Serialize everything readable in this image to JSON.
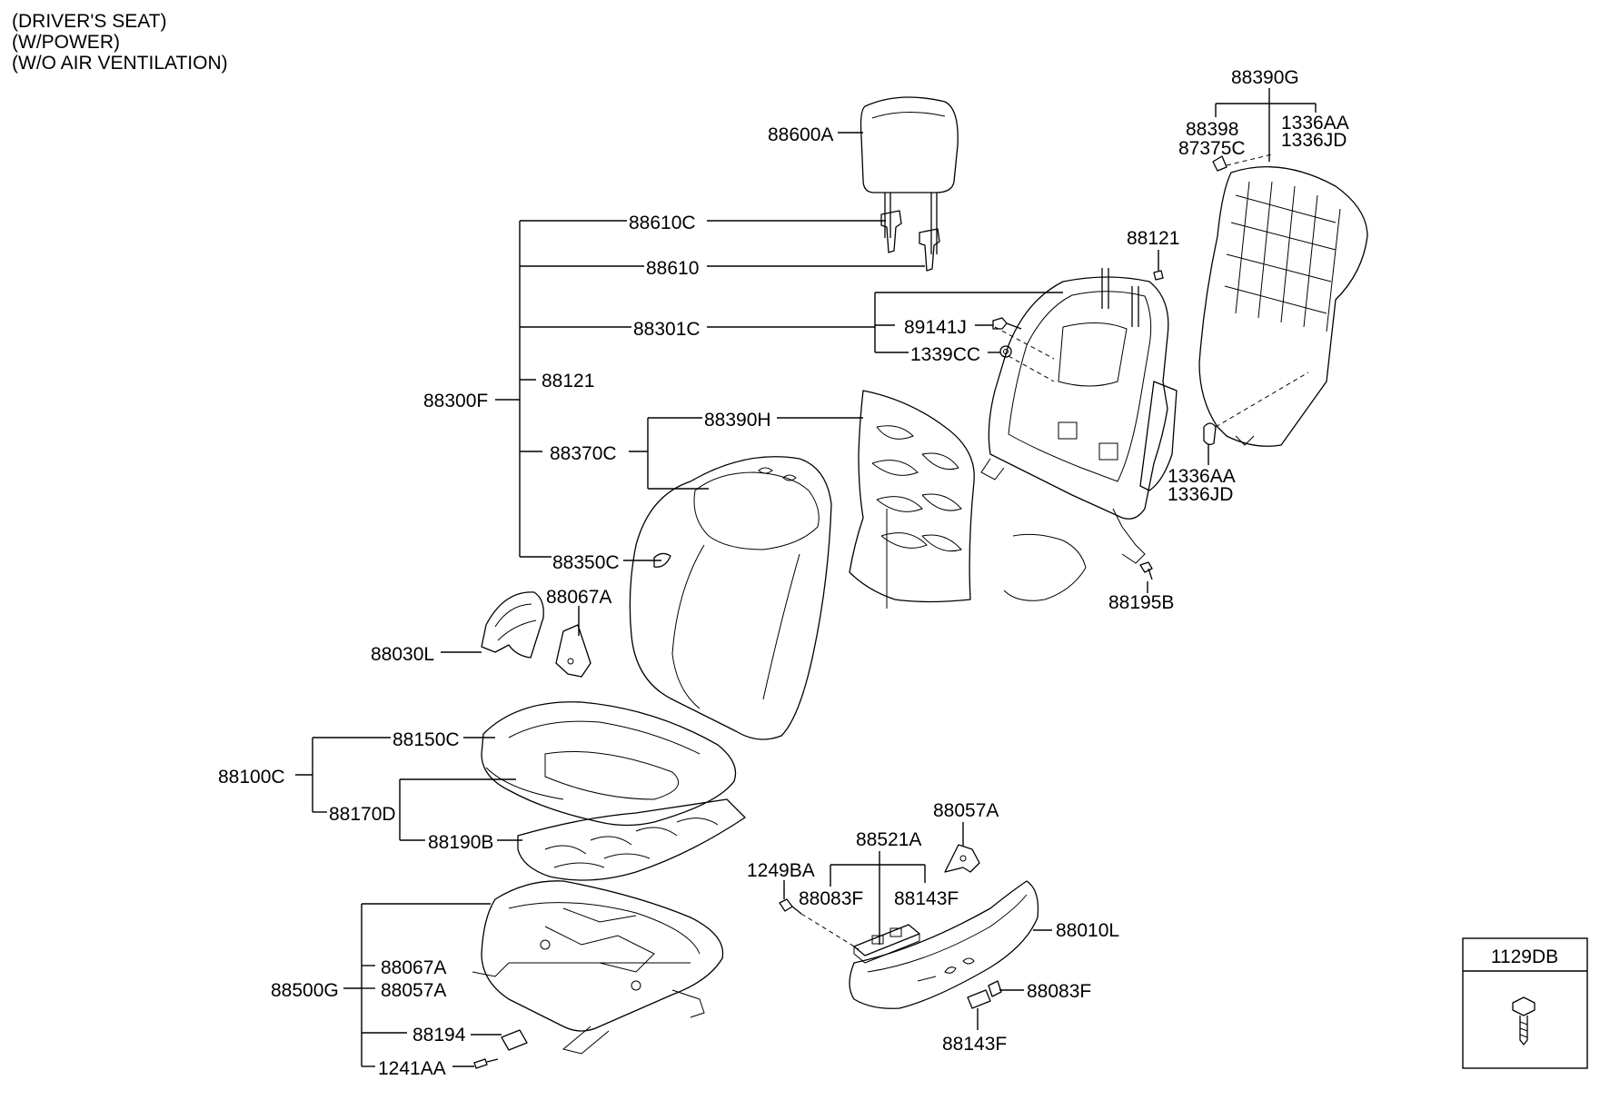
{
  "header": {
    "line1": "(DRIVER'S SEAT)",
    "line2": "(W/POWER)",
    "line3": "(W/O AIR VENTILATION)"
  },
  "labels": {
    "p88600A": "88600A",
    "p88610C": "88610C",
    "p88610": "88610",
    "p88301C": "88301C",
    "p88121a": "88121",
    "p88300F": "88300F",
    "p88390H": "88390H",
    "p88370C": "88370C",
    "p88350C": "88350C",
    "p88067Aa": "88067A",
    "p88030L": "88030L",
    "p88150C": "88150C",
    "p88100C": "88100C",
    "p88170D": "88170D",
    "p88190B": "88190B",
    "p88500G": "88500G",
    "p88067Ab": "88067A",
    "p88057Ab": "88057A",
    "p88194": "88194",
    "p1241AA": "1241AA",
    "p88390G": "88390G",
    "p88398": "88398",
    "p87375C": "87375C",
    "p1336AAa": "1336AA",
    "p1336JDa": "1336JD",
    "p88121b": "88121",
    "p89141J": "89141J",
    "p1339CC": "1339CC",
    "p1336AAb": "1336AA",
    "p1336JDb": "1336JD",
    "p88195B": "88195B",
    "p88057Aa": "88057A",
    "p88521A": "88521A",
    "p1249BA": "1249BA",
    "p88083Fa": "88083F",
    "p88143Fa": "88143F",
    "p88010L": "88010L",
    "p88083Fb": "88083F",
    "p88143Fb": "88143F"
  },
  "legend_box": {
    "part_number": "1129DB"
  }
}
